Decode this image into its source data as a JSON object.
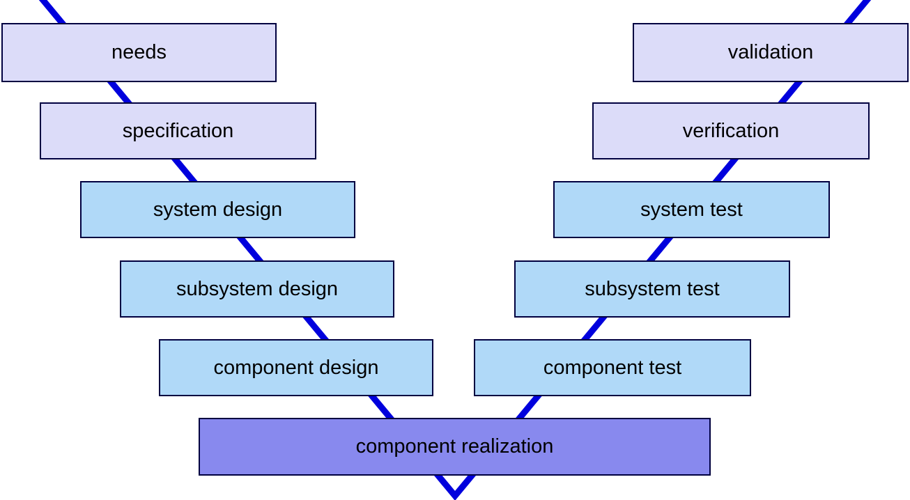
{
  "diagram": {
    "type": "v-model",
    "colors": {
      "background": "#ffffff",
      "tier-outer": "#dcdcf9",
      "tier-mid": "#b0d9f8",
      "tier-base": "#8889ee",
      "line": "#0000dd",
      "border": "#000040",
      "text": "#000000"
    },
    "boxes": [
      {
        "label": "needs",
        "side": "left",
        "tier": "outer"
      },
      {
        "label": "specification",
        "side": "left",
        "tier": "outer"
      },
      {
        "label": "system design",
        "side": "left",
        "tier": "mid"
      },
      {
        "label": "subsystem design",
        "side": "left",
        "tier": "mid"
      },
      {
        "label": "component design",
        "side": "left",
        "tier": "mid"
      },
      {
        "label": "component realization",
        "side": "center",
        "tier": "base"
      },
      {
        "label": "component test",
        "side": "right",
        "tier": "mid"
      },
      {
        "label": "subsystem test",
        "side": "right",
        "tier": "mid"
      },
      {
        "label": "system test",
        "side": "right",
        "tier": "mid"
      },
      {
        "label": "verification",
        "side": "right",
        "tier": "outer"
      },
      {
        "label": "validation",
        "side": "right",
        "tier": "outer"
      }
    ]
  }
}
